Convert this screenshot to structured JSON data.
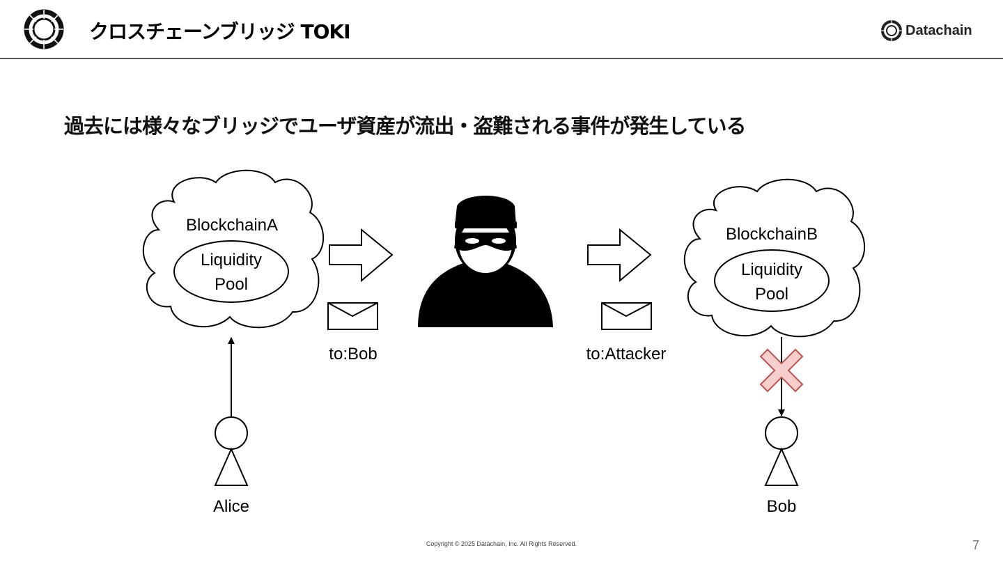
{
  "header": {
    "title": "クロスチェーンブリッジ TOKI",
    "brand_name": "Datachain"
  },
  "slide": {
    "subtitle": "過去には様々なブリッジでユーザ資産が流出・盗難される事件が発生している"
  },
  "diagram": {
    "nodes": {
      "chain_a": {
        "label": "BlockchainA",
        "pool_line1": "Liquidity",
        "pool_line2": "Pool"
      },
      "chain_b": {
        "label": "BlockchainB",
        "pool_line1": "Liquidity",
        "pool_line2": "Pool"
      },
      "alice": {
        "label": "Alice"
      },
      "bob": {
        "label": "Bob"
      }
    },
    "messages": {
      "left": {
        "label": "to:Bob"
      },
      "right": {
        "label": "to:Attacker"
      }
    },
    "icons": [
      "envelope-icon",
      "hollow-right-arrow-icon",
      "attacker-icon",
      "cross-mark-icon",
      "user-icon"
    ],
    "colors": {
      "cross_fill": "#f8cecc",
      "cross_stroke": "#b85450",
      "line": "#000000"
    }
  },
  "footer": {
    "copyright": "Copyright © 2025 Datachain, Inc.  All Rights Reserved.",
    "page_number": "7"
  }
}
